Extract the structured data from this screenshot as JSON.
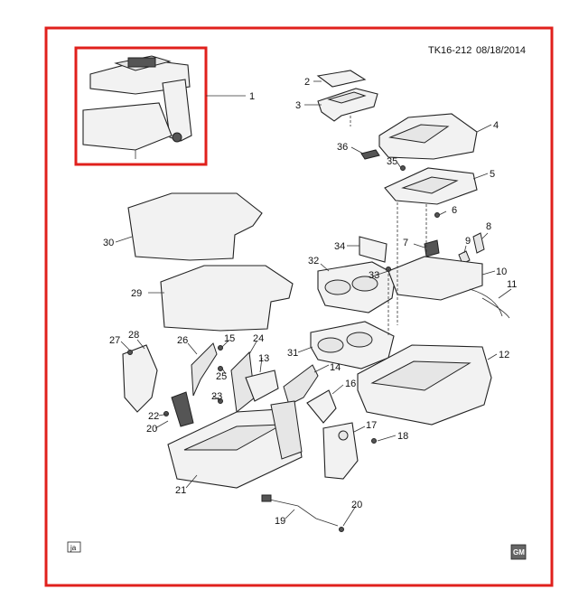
{
  "header": {
    "code": "TK16-212",
    "date": "08/18/2014"
  },
  "footer": {
    "left_tag": "ja",
    "logo_text": "GM"
  },
  "colors": {
    "frame_border": "#e0201c",
    "line_art": "#222222",
    "background": "#ffffff"
  },
  "callouts": [
    "1",
    "2",
    "3",
    "4",
    "5",
    "6",
    "7",
    "8",
    "9",
    "10",
    "11",
    "12",
    "13",
    "14",
    "15",
    "16",
    "17",
    "18",
    "19",
    "20",
    "20",
    "21",
    "22",
    "23",
    "24",
    "25",
    "26",
    "27",
    "28",
    "29",
    "30",
    "31",
    "32",
    "33",
    "34",
    "35",
    "36"
  ]
}
